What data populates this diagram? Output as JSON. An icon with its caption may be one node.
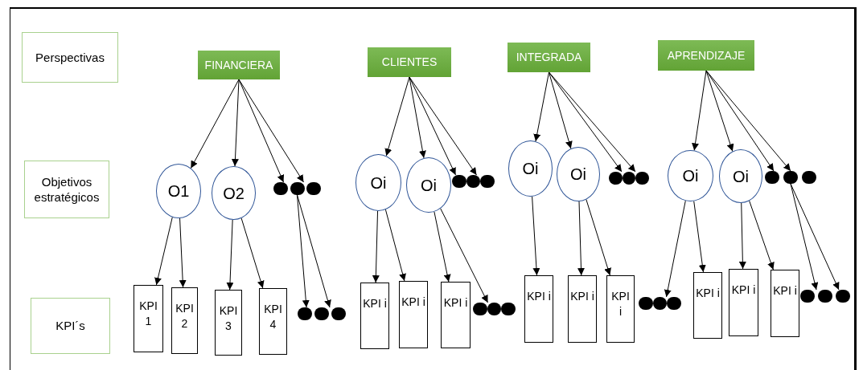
{
  "diagram": {
    "nodes": [
      {
        "text": [
          "Perspectivas"
        ]
      },
      {
        "text": [
          "FINANCIERA"
        ]
      },
      {
        "text": [
          "CLIENTES"
        ]
      },
      {
        "text": [
          "INTEGRADA"
        ]
      },
      {
        "text": [
          "APRENDIZAJE"
        ]
      },
      {
        "text": [
          "Objetivos estratégicos"
        ]
      },
      {
        "text": [
          "O1"
        ]
      },
      {
        "text": [
          "O2"
        ]
      },
      {
        "text": [],
        "shape": "dots"
      },
      {
        "text": [
          "Oi"
        ]
      },
      {
        "text": [
          "Oi"
        ]
      },
      {
        "text": [],
        "shape": "dots"
      },
      {
        "text": [
          "Oi"
        ]
      },
      {
        "text": [
          "Oi"
        ]
      },
      {
        "text": [],
        "shape": "dots"
      },
      {
        "text": [
          "Oi"
        ]
      },
      {
        "text": [
          "Oi"
        ]
      },
      {
        "text": [],
        "shape": "dots"
      },
      {
        "text": [
          "KPI´s"
        ]
      },
      {
        "text": [
          "KPI 1"
        ]
      },
      {
        "text": [
          "KPI 2"
        ]
      },
      {
        "text": [
          "KPI 3"
        ]
      },
      {
        "text": [
          "KPI 4"
        ]
      },
      {
        "text": [],
        "shape": "dots"
      },
      {
        "text": [
          "KPI i"
        ]
      },
      {
        "text": [
          "KPI i"
        ]
      },
      {
        "text": [
          "KPI i"
        ]
      },
      {
        "text": [],
        "shape": "dots"
      },
      {
        "text": [
          "KPI i"
        ]
      },
      {
        "text": [
          "KPI i"
        ]
      },
      {
        "text": [
          "KPI i"
        ]
      },
      {
        "text": [],
        "shape": "dots"
      },
      {
        "text": [
          "KPI i"
        ]
      },
      {
        "text": [
          "KPI i"
        ]
      },
      {
        "text": [
          "KPI i"
        ]
      },
      {
        "text": [],
        "shape": "dots"
      }
    ],
    "edges": [
      {
        "from": 1,
        "to": 6,
        "arrow": "to"
      },
      {
        "from": 1,
        "to": 7,
        "arrow": "to"
      },
      {
        "from": 1,
        "to": 8,
        "arrow": "to"
      },
      {
        "from": 1,
        "to": 8,
        "arrow": "to"
      },
      {
        "from": 6,
        "to": 19,
        "arrow": "to"
      },
      {
        "from": 6,
        "to": 20,
        "arrow": "to"
      },
      {
        "from": 7,
        "to": 21,
        "arrow": "to"
      },
      {
        "from": 7,
        "to": 22,
        "arrow": "to"
      },
      {
        "from": 8,
        "to": 23,
        "arrow": "to"
      },
      {
        "from": 8,
        "to": 23,
        "arrow": "to"
      },
      {
        "from": 2,
        "to": 9,
        "arrow": "to"
      },
      {
        "from": 2,
        "to": 10,
        "arrow": "to"
      },
      {
        "from": 2,
        "to": 11,
        "arrow": "to"
      },
      {
        "from": 2,
        "to": 11,
        "arrow": "to"
      },
      {
        "from": 9,
        "to": 24,
        "arrow": "to"
      },
      {
        "from": 9,
        "to": 25,
        "arrow": "to"
      },
      {
        "from": 10,
        "to": 26,
        "arrow": "to"
      },
      {
        "from": 10,
        "to": 27,
        "arrow": "to"
      },
      {
        "from": 3,
        "to": 12,
        "arrow": "to"
      },
      {
        "from": 3,
        "to": 13,
        "arrow": "to"
      },
      {
        "from": 3,
        "to": 14,
        "arrow": "to"
      },
      {
        "from": 3,
        "to": 14,
        "arrow": "to"
      },
      {
        "from": 12,
        "to": 28,
        "arrow": "to"
      },
      {
        "from": 13,
        "to": 29,
        "arrow": "to"
      },
      {
        "from": 13,
        "to": 30,
        "arrow": "to"
      },
      {
        "from": 4,
        "to": 15,
        "arrow": "to"
      },
      {
        "from": 4,
        "to": 16,
        "arrow": "to"
      },
      {
        "from": 4,
        "to": 17,
        "arrow": "to"
      },
      {
        "from": 4,
        "to": 17,
        "arrow": "to"
      },
      {
        "from": 15,
        "to": 31,
        "arrow": "to"
      },
      {
        "from": 15,
        "to": 32,
        "arrow": "to"
      },
      {
        "from": 16,
        "to": 33,
        "arrow": "to"
      },
      {
        "from": 16,
        "to": 34,
        "arrow": "to"
      },
      {
        "from": 17,
        "to": 35,
        "arrow": "to"
      },
      {
        "from": 17,
        "to": 35,
        "arrow": "to"
      }
    ]
  }
}
